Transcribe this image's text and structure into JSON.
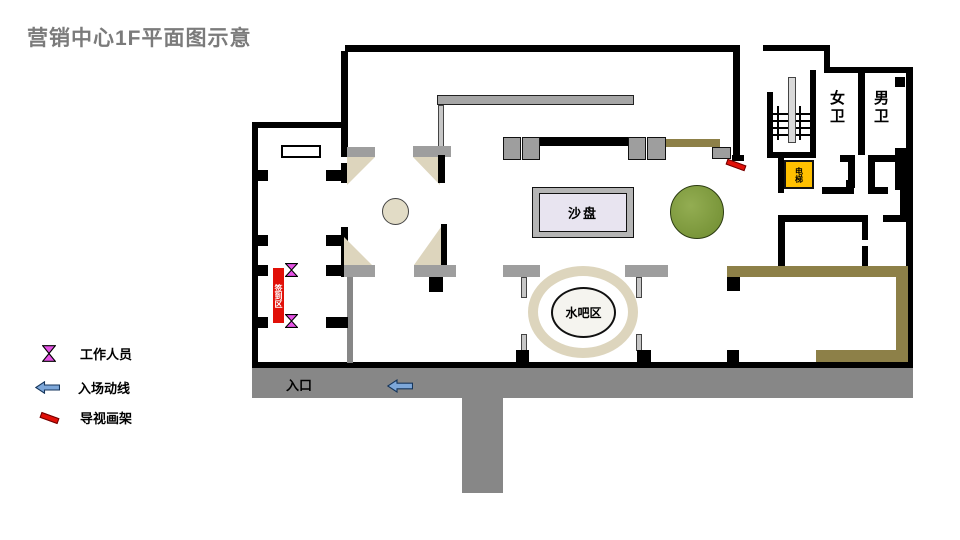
{
  "title": "营销中心1F平面图示意",
  "legend": {
    "items": [
      {
        "label": "工作人员",
        "icon": "staff-bowtie-icon"
      },
      {
        "label": "入场动线",
        "icon": "flow-arrow-icon"
      },
      {
        "label": "导视画架",
        "icon": "easel-icon"
      }
    ]
  },
  "plan": {
    "labels": {
      "sand_table": "沙盘",
      "water_bar": "水吧区",
      "womens_restroom": "女卫",
      "mens_restroom": "男卫",
      "elevator": "电梯",
      "entrance": "入口",
      "sign_in": "签到区"
    }
  },
  "colors": {
    "wall": "#000000",
    "walkway": "#878787",
    "column_gray": "#9e9e9e",
    "beige": "#ddd5bd",
    "olive": "#8d8048",
    "green": "#7fa13c",
    "red": "#e11008",
    "magenta": "#e653e6",
    "blue_arrow": "#7da7d9",
    "elevator_orange": "#ffc000",
    "title_gray": "#7b7b7b",
    "sand_table_fill": "#e8e4f0"
  }
}
